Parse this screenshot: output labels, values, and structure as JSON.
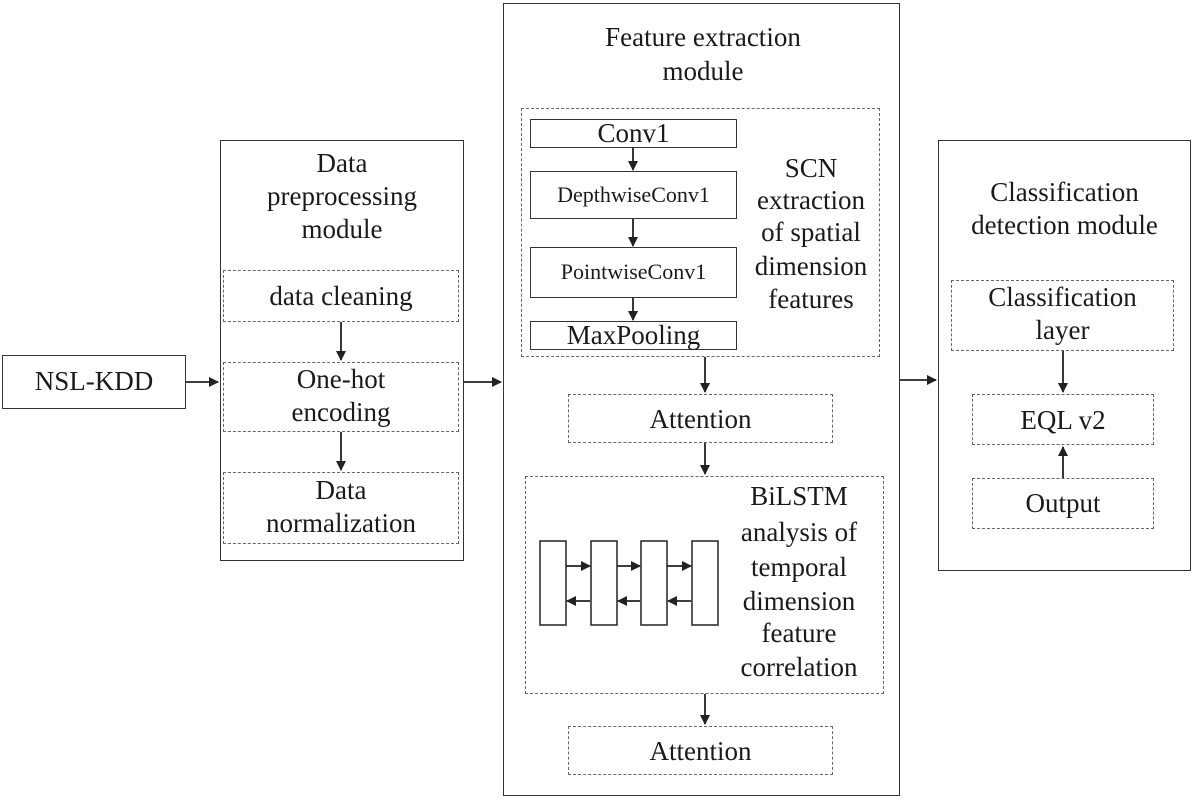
{
  "input": {
    "label": "NSL-KDD"
  },
  "preprocessing": {
    "title": [
      "Data",
      "preprocessing",
      "module"
    ],
    "steps": [
      "data cleaning",
      "One-hot\nencoding",
      "Data\nnormalization"
    ]
  },
  "feature_extraction": {
    "title": [
      "Feature extraction",
      "module"
    ],
    "scn_layers": [
      "Conv1",
      "DepthwiseConv1",
      "PointwiseConv1",
      "MaxPooling"
    ],
    "scn_caption": [
      "SCN",
      "extraction",
      "of spatial",
      "dimension",
      "features"
    ],
    "attention_1": "Attention",
    "bilstm_caption": [
      "BiLSTM",
      "analysis of",
      "temporal",
      "dimension",
      "feature",
      "correlation"
    ],
    "attention_2": "Attention"
  },
  "classification": {
    "title": [
      "Classification",
      "detection module"
    ],
    "steps": [
      "Classification\nlayer",
      "EQL v2",
      "Output"
    ]
  },
  "colors": {
    "line": "#333333",
    "dash": "#666666",
    "text": "#1a1a1a"
  }
}
